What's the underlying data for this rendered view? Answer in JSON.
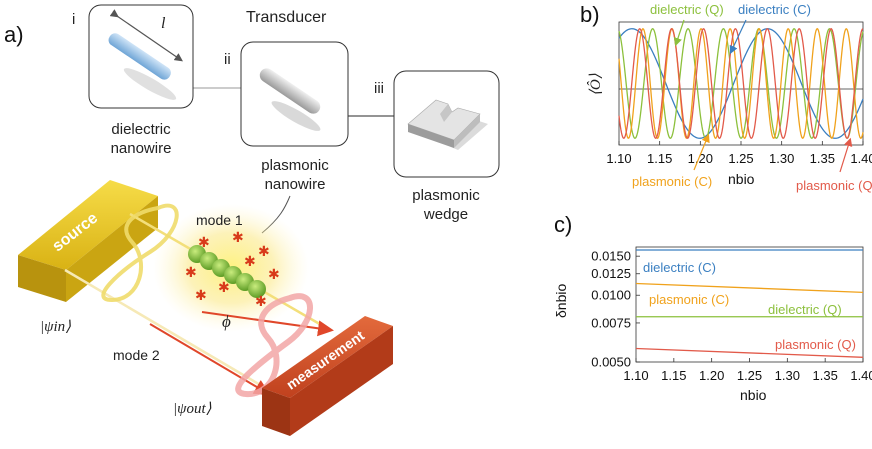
{
  "panel_a": {
    "letter": "a)",
    "title": "Transducer",
    "stages": [
      {
        "roman": "i",
        "caption": [
          "dielectric",
          "nanowire"
        ]
      },
      {
        "roman": "ii",
        "caption": [
          "plasmonic",
          "nanowire"
        ]
      },
      {
        "roman": "iii",
        "caption": [
          "plasmonic",
          "wedge"
        ]
      }
    ],
    "length_symbol": "l",
    "source_label": "source",
    "measurement_label": "measurement",
    "mode1_label": "mode 1",
    "mode2_label": "mode 2",
    "phase_symbol": "ϕ",
    "psi_in": "|ψin⟩",
    "psi_out": "|ψout⟩",
    "colors": {
      "source": "#e3c21a",
      "measurement": "#d2502a",
      "beam1": "#f0dc6c",
      "beam2": "#f2a6a6",
      "particles": "#7cc03a",
      "cross": "#d83a1a"
    }
  },
  "panel_b": {
    "letter": "b)",
    "ylabel": "⟨Ô⟩",
    "xlabel": "nbio",
    "annotations": [
      "dielectric (Q)",
      "dielectric (C)",
      "plasmonic (C)",
      "plasmonic (Q)"
    ]
  },
  "panel_c": {
    "letter": "c)",
    "ylabel": "δnbio",
    "xlabel": "nbio",
    "annotations": [
      "dielectric (C)",
      "plasmonic (C)",
      "dielectric (Q)",
      "plasmonic (Q)"
    ]
  },
  "chart_data": [
    {
      "type": "line",
      "panel": "b",
      "xlabel": "nbio",
      "ylabel": "⟨Ô⟩",
      "xlim": [
        1.1,
        1.4
      ],
      "ylim": [
        -1.05,
        1.05
      ],
      "xticks": [
        "1.10",
        "1.15",
        "1.20",
        "1.25",
        "1.30",
        "1.35",
        "1.40"
      ],
      "grid": false,
      "series": [
        {
          "name": "dielectric (C)",
          "color": "#3a7fc1",
          "periods_per_unit": 6.0,
          "phase": -0.6
        },
        {
          "name": "dielectric (Q)",
          "color": "#8cc03c",
          "periods_per_unit": 23.0,
          "phase": 0.3
        },
        {
          "name": "plasmonic (C)",
          "color": "#f0a21c",
          "periods_per_unit": 28.0,
          "phase": 1.1
        },
        {
          "name": "plasmonic (Q)",
          "color": "#e25a4a",
          "periods_per_unit": 25.5,
          "phase": 2.2
        }
      ]
    },
    {
      "type": "line",
      "panel": "c",
      "xlabel": "nbio",
      "ylabel": "δnbio",
      "xlim": [
        1.1,
        1.4
      ],
      "ylim": [
        0.005,
        0.0165
      ],
      "yscale": "log",
      "xticks": [
        "1.10",
        "1.15",
        "1.20",
        "1.25",
        "1.30",
        "1.35",
        "1.40"
      ],
      "yticks": [
        0.015,
        0.0125,
        0.01,
        0.0075,
        0.005
      ],
      "ytick_labels": [
        "0.0150",
        "0.0125",
        "0.0100",
        "0.0075",
        "0.0050"
      ],
      "grid": false,
      "series": [
        {
          "name": "dielectric (C)",
          "color": "#3a7fc1",
          "x": [
            1.1,
            1.4
          ],
          "y": [
            0.016,
            0.016
          ]
        },
        {
          "name": "plasmonic (C)",
          "color": "#f0a21c",
          "x": [
            1.1,
            1.4
          ],
          "y": [
            0.0113,
            0.0103
          ]
        },
        {
          "name": "dielectric (Q)",
          "color": "#8cc03c",
          "x": [
            1.1,
            1.4
          ],
          "y": [
            0.008,
            0.008
          ]
        },
        {
          "name": "plasmonic (Q)",
          "color": "#e25a4a",
          "x": [
            1.1,
            1.4
          ],
          "y": [
            0.00575,
            0.00525
          ]
        }
      ]
    }
  ]
}
